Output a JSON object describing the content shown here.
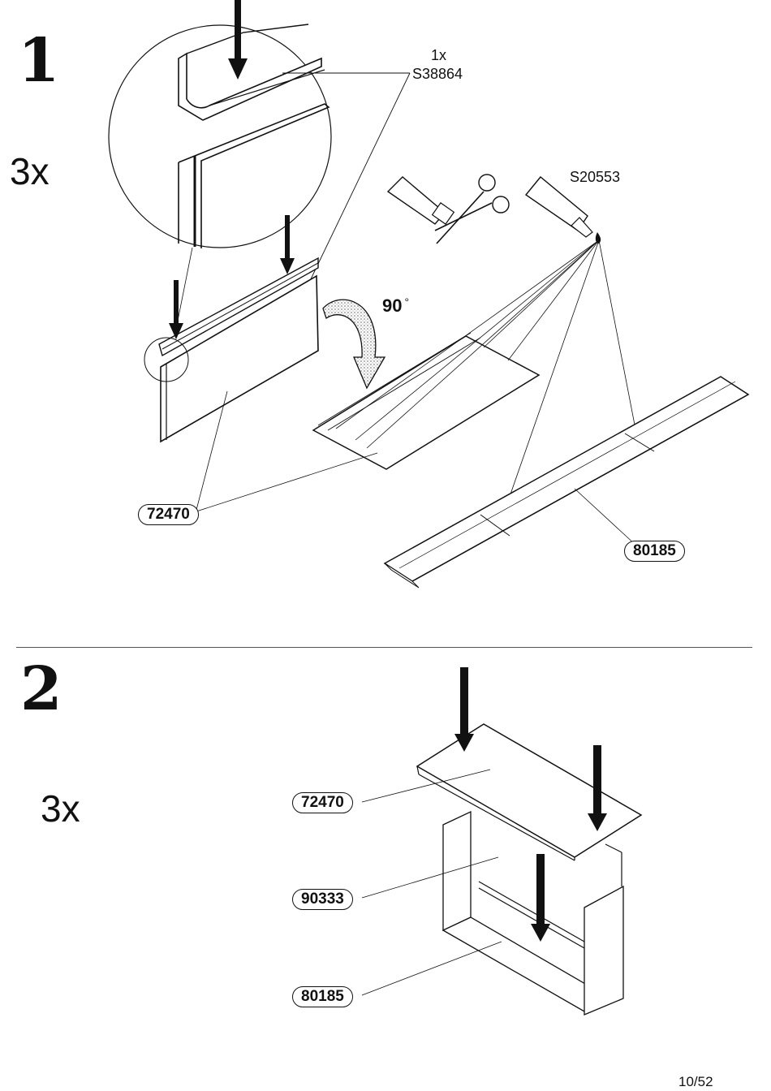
{
  "step1": {
    "number": "1",
    "quantity": "3x",
    "handle_qty": "1x",
    "handle_code": "S38864",
    "glue_code": "S20553",
    "rotation": "90",
    "rotation_unit": "°",
    "part_front": "72470",
    "part_base": "80185"
  },
  "step2": {
    "number": "2",
    "quantity": "3x",
    "part_top": "72470",
    "part_side": "90333",
    "part_bottom": "80185"
  },
  "footer": {
    "page": "10/52"
  }
}
